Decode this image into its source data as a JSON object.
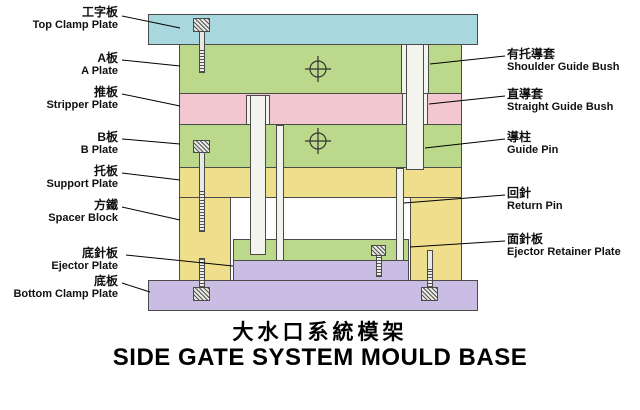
{
  "diagram": {
    "left_labels": [
      {
        "cn": "工字板",
        "en": "Top Clamp Plate"
      },
      {
        "cn": "A板",
        "en": "A Plate"
      },
      {
        "cn": "推板",
        "en": "Stripper Plate"
      },
      {
        "cn": "B板",
        "en": "B Plate"
      },
      {
        "cn": "托板",
        "en": "Support Plate"
      },
      {
        "cn": "方鐵",
        "en": "Spacer Block"
      },
      {
        "cn": "底針板",
        "en": "Ejector Plate"
      },
      {
        "cn": "底板",
        "en": "Bottom Clamp Plate"
      }
    ],
    "right_labels": [
      {
        "cn": "有托導套",
        "en": "Shoulder Guide Bush"
      },
      {
        "cn": "直導套",
        "en": "Straight Guide Bush"
      },
      {
        "cn": "導柱",
        "en": "Guide Pin"
      },
      {
        "cn": "回針",
        "en": "Return Pin"
      },
      {
        "cn": "面針板",
        "en": "Ejector Retainer Plate"
      }
    ]
  },
  "title": {
    "cn": "大水口系統模架",
    "en": "SIDE GATE SYSTEM MOULD BASE"
  },
  "colors": {
    "top_clamp_plate": "#a8d8de",
    "a_plate": "#bcd98b",
    "stripper_plate": "#f3c7cf",
    "b_plate": "#bcd98b",
    "support_plate": "#efdf8c",
    "spacer_block": "#efdf8c",
    "ejector_retainer_plate": "#bcd98b",
    "ejector_plate": "#c9bde3",
    "bottom_clamp_plate": "#c9bde3",
    "pin": "#f4f4ee",
    "outline": "#4a4a4a"
  }
}
